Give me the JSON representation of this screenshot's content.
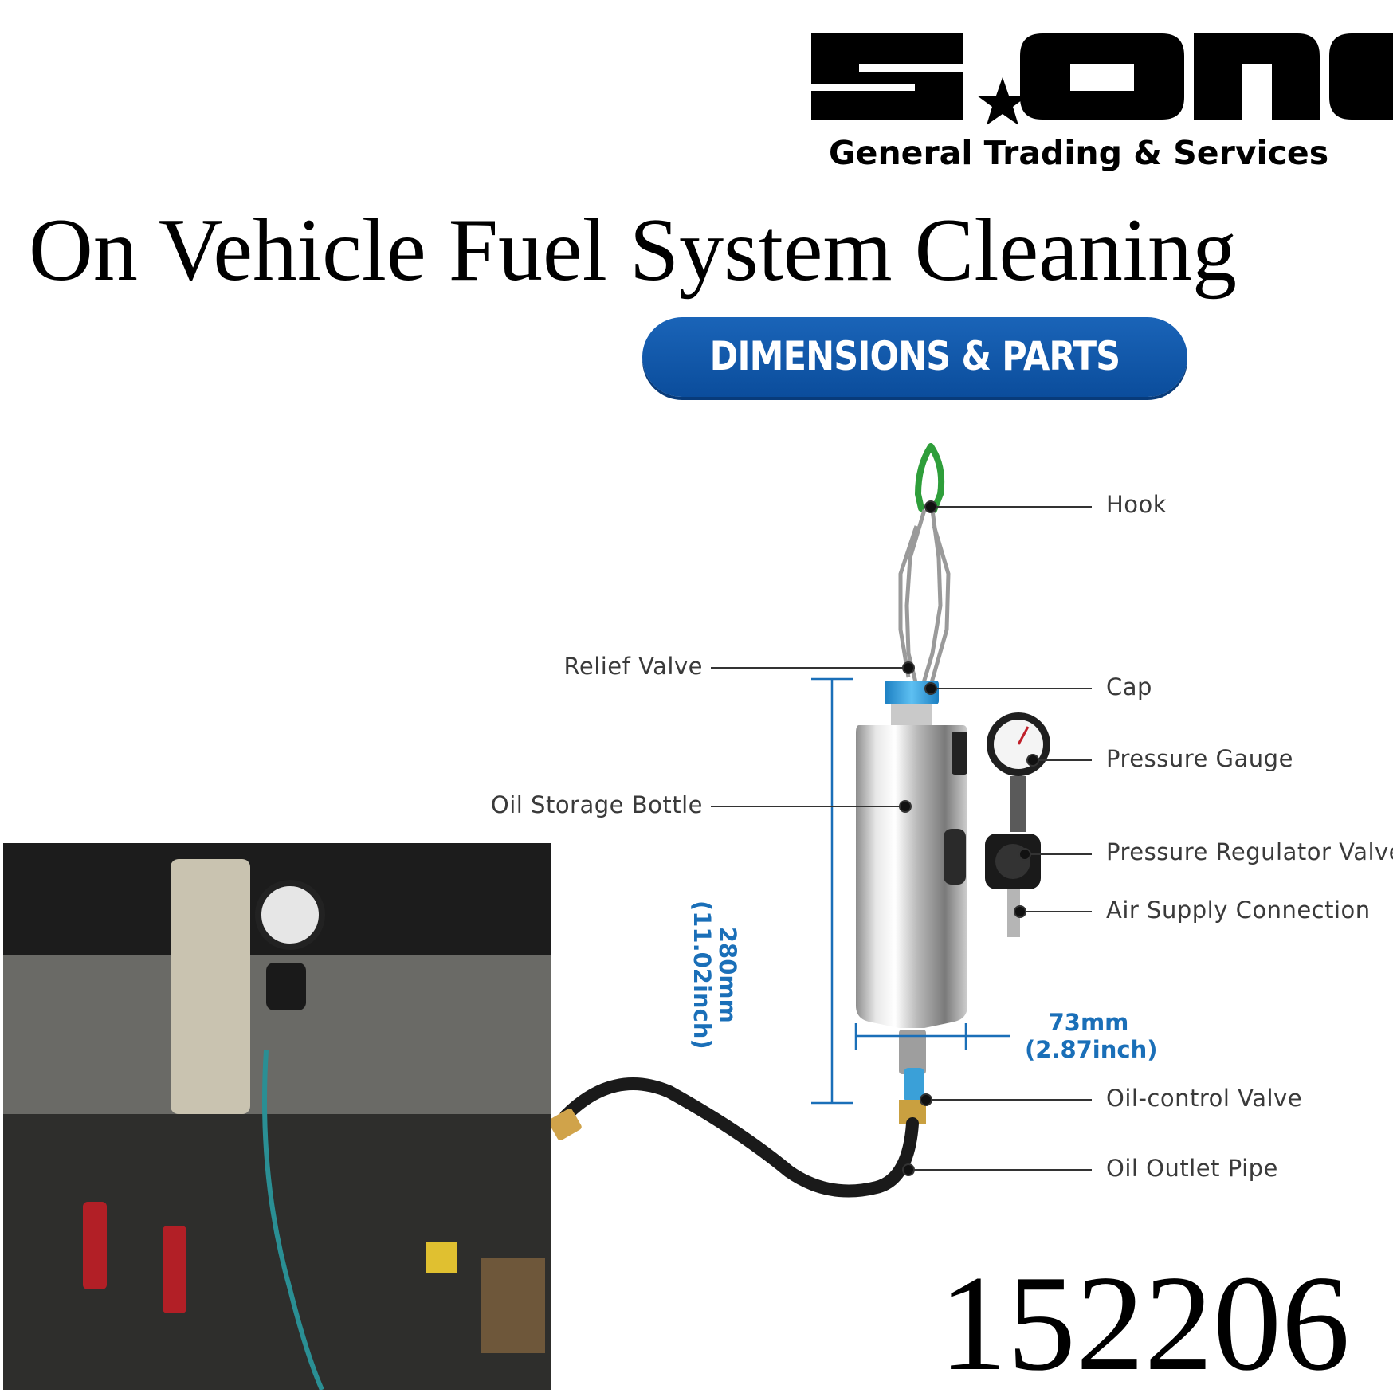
{
  "logo": {
    "brand": "s.one",
    "tagline": "General Trading & Services"
  },
  "title": "On Vehicle Fuel System Cleaning",
  "banner": "DIMENSIONS & PARTS",
  "parts": {
    "hook": "Hook",
    "relief_valve": "Relief Valve",
    "cap": "Cap",
    "pressure_gauge": "Pressure Gauge",
    "oil_storage_bottle": "Oil Storage Bottle",
    "pressure_regulator_valve": "Pressure Regulator Valve",
    "air_supply_connection": "Air Supply Connection",
    "oil_control_valve": "Oil-control Valve",
    "oil_outlet_pipe": "Oil Outlet Pipe"
  },
  "dimensions": {
    "height_mm": "280mm",
    "height_inch": "(11.02inch)",
    "width_mm": "73mm",
    "width_inch": "(2.87inch)"
  },
  "colors": {
    "banner_blue": "#0b4d9c",
    "dimension_blue": "#1a6fb8",
    "cap_blue": "#2a9be0",
    "hook_green": "#2e9e3a"
  },
  "product_code": "152206"
}
